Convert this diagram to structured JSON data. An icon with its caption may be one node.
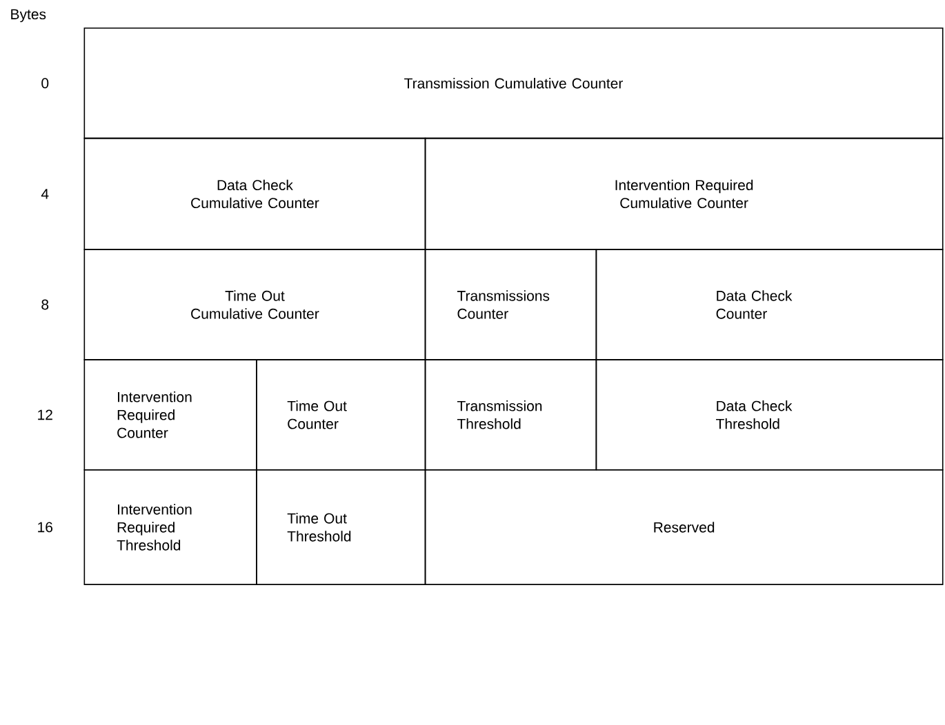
{
  "diagram": {
    "nodes": [
      {
        "text": [
          "Transmission Cumulative Counter"
        ]
      },
      {
        "text": [
          "Data Check Cumulative Counter"
        ]
      },
      {
        "text": [
          "Intervention Required Cumulative Counter"
        ]
      },
      {
        "text": [
          "Time Out Cumulative Counter"
        ]
      },
      {
        "text": [
          "Transmissions Counter"
        ]
      },
      {
        "text": [
          "Data Check Counter"
        ]
      },
      {
        "text": [
          "Intervention Required Counter"
        ]
      },
      {
        "text": [
          "Time Out Counter"
        ]
      },
      {
        "text": [
          "Transmission Threshold"
        ]
      },
      {
        "text": [
          "Data Check Threshold"
        ]
      },
      {
        "text": [
          "Intervention Required Threshold"
        ]
      },
      {
        "text": [
          "Time Out Threshold"
        ]
      },
      {
        "text": [
          "Reserved"
        ]
      }
    ],
    "labels": [
      "Bytes",
      "0",
      "4",
      "8",
      "12",
      "16"
    ]
  }
}
